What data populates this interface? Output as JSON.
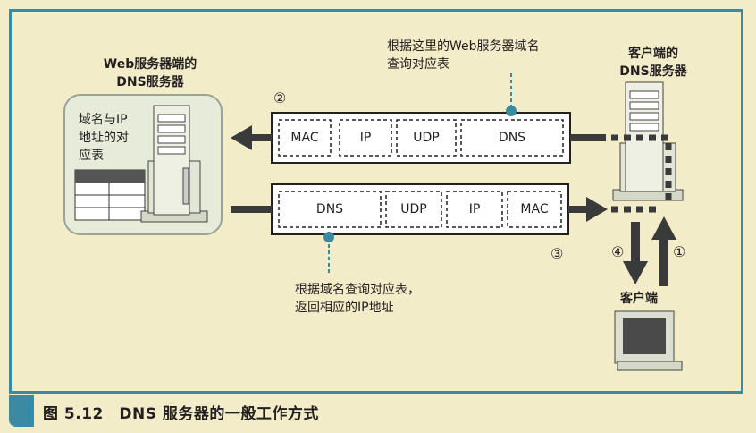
{
  "web_server_title": [
    "Web服务器端的",
    "DNS服务器"
  ],
  "client_dns_title": [
    "客户端的",
    "DNS服务器"
  ],
  "table_label": [
    "域名与IP",
    "地址的对",
    "应表"
  ],
  "top_annotation": [
    "根据这里的Web服务器域名",
    "查询对应表"
  ],
  "bottom_annotation": [
    "根据域名查询对应表，",
    "返回相应的IP地址"
  ],
  "client_label": "客户端",
  "step_labels": {
    "step1": "①",
    "step2": "②",
    "step3": "③",
    "step4": "④"
  },
  "top_packet": [
    "MAC",
    "IP",
    "UDP",
    "DNS"
  ],
  "bottom_packet": [
    "DNS",
    "UDP",
    "IP",
    "MAC"
  ],
  "caption": "图 5.12　DNS 服务器的一般工作方式",
  "colors": {
    "background": "#f3ecc9",
    "frame": "#3b8aa3",
    "arrow": "#3a3a3a",
    "table_box": "#e7ebd9"
  }
}
